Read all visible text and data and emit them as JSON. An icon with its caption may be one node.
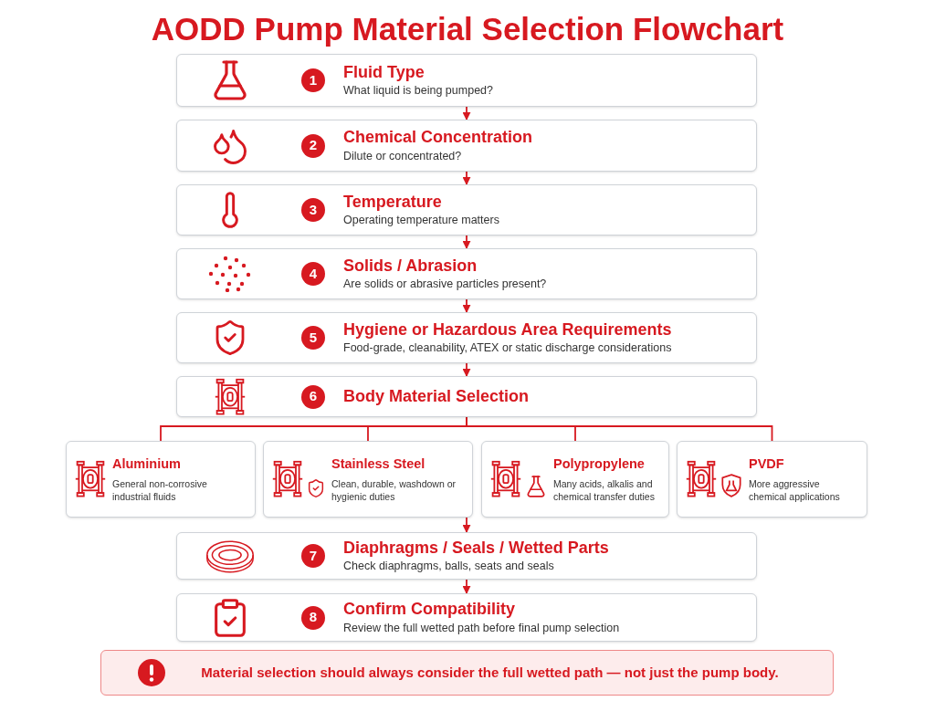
{
  "diagram": {
    "title": "AODD Pump Material Selection Flowchart",
    "nodes": [
      {
        "text": [
          "1",
          "Fluid Type",
          "What liquid is being pumped?"
        ]
      },
      {
        "text": [
          "2",
          "Chemical Concentration",
          "Dilute or concentrated?"
        ]
      },
      {
        "text": [
          "3",
          "Temperature",
          "Operating temperature matters"
        ]
      },
      {
        "text": [
          "4",
          "Solids / Abrasion",
          "Are solids or abrasive particles present?"
        ]
      },
      {
        "text": [
          "5",
          "Hygiene or Hazardous Area Requirements",
          "Food-grade, cleanability, ATEX or static discharge considerations"
        ]
      },
      {
        "text": [
          "6",
          "Body Material Selection"
        ]
      },
      {
        "text": [
          "Aluminium",
          "General non-corrosive industrial fluids"
        ]
      },
      {
        "text": [
          "Stainless Steel",
          "Clean, durable, washdown or hygienic duties"
        ]
      },
      {
        "text": [
          "Polypropylene",
          "Many acids, alkalis and chemical transfer duties"
        ]
      },
      {
        "text": [
          "PVDF",
          "More aggressive chemical applications"
        ]
      },
      {
        "text": [
          "7",
          "Diaphragms / Seals / Wetted Parts",
          "Check diaphragms, balls, seats and seals"
        ]
      },
      {
        "text": [
          "8",
          "Confirm Compatibility",
          "Review the full wetted path before final pump selection"
        ]
      },
      {
        "text": [
          "Material selection should always consider the full wetted path — not just the pump body."
        ]
      }
    ],
    "edges": [
      {
        "from": 0,
        "to": 1,
        "arrow": "to"
      },
      {
        "from": 1,
        "to": 2,
        "arrow": "to"
      },
      {
        "from": 2,
        "to": 3,
        "arrow": "to"
      },
      {
        "from": 3,
        "to": 4,
        "arrow": "to"
      },
      {
        "from": 4,
        "to": 5,
        "arrow": "to"
      },
      {
        "from": 5,
        "to": 6,
        "arrow": "none"
      },
      {
        "from": 5,
        "to": 7,
        "arrow": "none"
      },
      {
        "from": 5,
        "to": 8,
        "arrow": "none"
      },
      {
        "from": 5,
        "to": 9,
        "arrow": "none"
      },
      {
        "from": 7,
        "to": 10,
        "arrow": "to"
      },
      {
        "from": 10,
        "to": 11,
        "arrow": "to"
      }
    ]
  }
}
